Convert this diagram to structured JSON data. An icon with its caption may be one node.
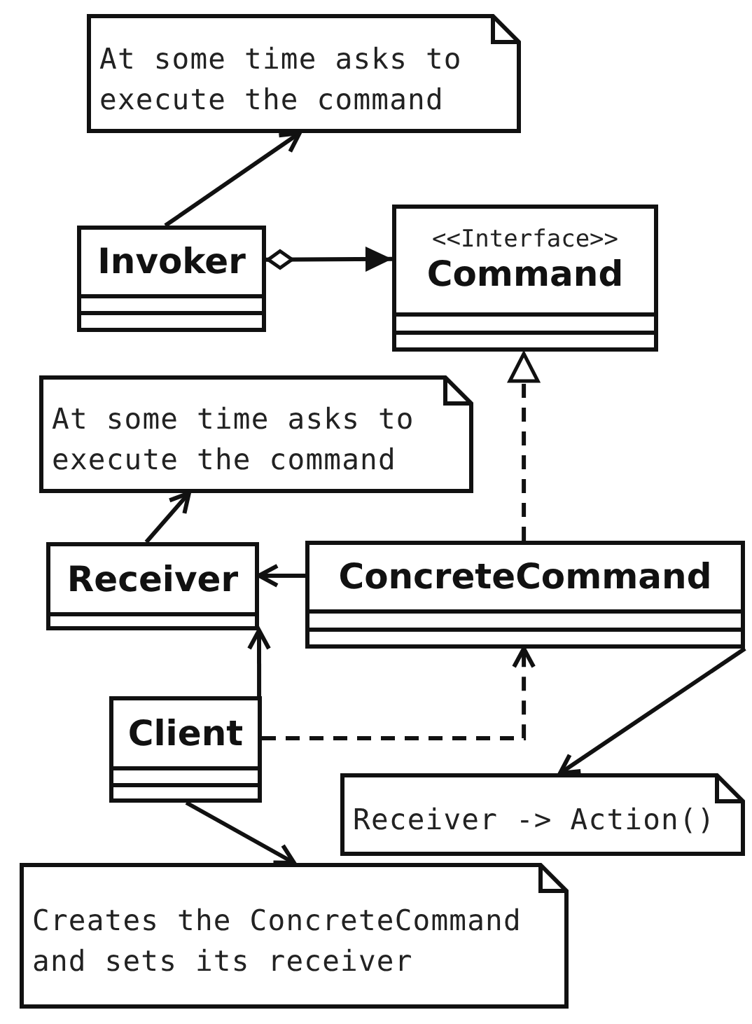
{
  "diagram": {
    "nodes": [
      {
        "text": [
          "At some time asks to execute the command"
        ]
      },
      {
        "text": [
          "Invoker"
        ]
      },
      {
        "text": [
          "<<Interface>>",
          "Command"
        ]
      },
      {
        "text": [
          "At some time asks to execute the command"
        ]
      },
      {
        "text": [
          "Receiver"
        ]
      },
      {
        "text": [
          "ConcreteCommand"
        ]
      },
      {
        "text": [
          "Client"
        ]
      },
      {
        "text": [
          "Receiver -> Action()"
        ]
      },
      {
        "text": [
          "Creates the ConcreteCommand and sets its receiver"
        ]
      }
    ],
    "edges": [
      {
        "from": 1,
        "to": 0,
        "arrow": "to"
      },
      {
        "from": 1,
        "to": 2,
        "arrow": "to"
      },
      {
        "from": 5,
        "to": 2,
        "arrow": "to",
        "style": "dashed"
      },
      {
        "from": 4,
        "to": 3,
        "arrow": "to"
      },
      {
        "from": 5,
        "to": 4,
        "arrow": "to"
      },
      {
        "from": 6,
        "to": 4,
        "arrow": "to"
      },
      {
        "from": 6,
        "to": 5,
        "arrow": "to",
        "style": "dashed"
      },
      {
        "from": 5,
        "to": 7,
        "arrow": "to"
      },
      {
        "from": 6,
        "to": 8,
        "arrow": "to"
      }
    ]
  }
}
